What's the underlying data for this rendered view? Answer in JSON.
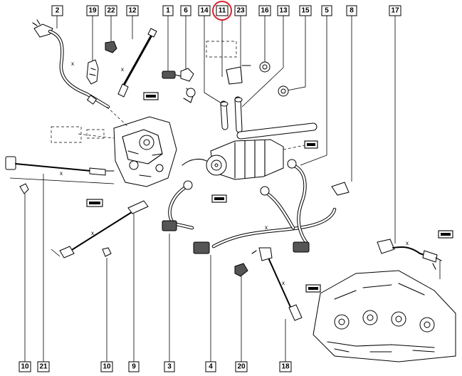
{
  "colors": {
    "highlight": "#d9232d",
    "ink": "#000000",
    "paper": "#ffffff"
  },
  "top_callouts": [
    {
      "id": "c2",
      "number": "2"
    },
    {
      "id": "c19",
      "number": "19"
    },
    {
      "id": "c22",
      "number": "22"
    },
    {
      "id": "c12",
      "number": "12"
    },
    {
      "id": "c1",
      "number": "1"
    },
    {
      "id": "c6",
      "number": "6"
    },
    {
      "id": "c14",
      "number": "14"
    },
    {
      "id": "c11",
      "number": "11",
      "highlighted": true
    },
    {
      "id": "c23",
      "number": "23"
    },
    {
      "id": "c16",
      "number": "16"
    },
    {
      "id": "c13",
      "number": "13"
    },
    {
      "id": "c15",
      "number": "15"
    },
    {
      "id": "c5",
      "number": "5"
    },
    {
      "id": "c8",
      "number": "8"
    },
    {
      "id": "c17",
      "number": "17"
    }
  ],
  "bottom_callouts": [
    {
      "id": "b10a",
      "number": "10"
    },
    {
      "id": "b21",
      "number": "21"
    },
    {
      "id": "b10b",
      "number": "10"
    },
    {
      "id": "b9",
      "number": "9"
    },
    {
      "id": "b3",
      "number": "3"
    },
    {
      "id": "b4",
      "number": "4"
    },
    {
      "id": "b20",
      "number": "20"
    },
    {
      "id": "b18",
      "number": "18"
    }
  ],
  "dimension_mark": "x"
}
